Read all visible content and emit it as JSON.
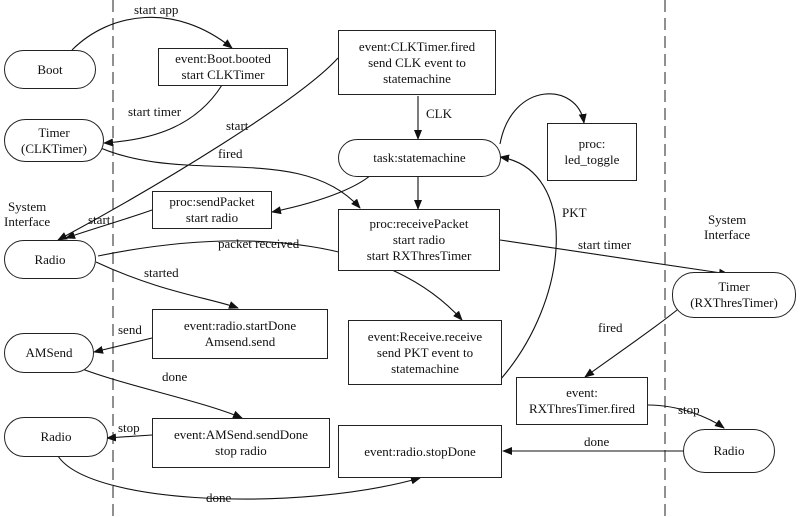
{
  "nodes": {
    "boot": "Boot",
    "timer_clk": "Timer\n(CLKTimer)",
    "radio_top": "Radio",
    "amsend": "AMSend",
    "radio_bottom": "Radio",
    "boot_booted": "event:Boot.booted\nstart CLKTimer",
    "clk_fired": "event:CLKTimer.fired\nsend CLK event to\nstatemachine",
    "task_sm": "task:statemachine",
    "proc_led": "proc:\nled_toggle",
    "proc_send": "proc:sendPacket\nstart radio",
    "proc_receive": "proc:receivePacket\nstart radio\nstart RXThresTimer",
    "radio_startdone": "event:radio.startDone\nAmsend.send",
    "receive_event": "event:Receive.receive\nsend PKT event to\nstatemachine",
    "amsend_done": "event:AMSend.sendDone\nstop radio",
    "stopdone": "event:radio.stopDone",
    "timer_rx": "Timer\n(RXThresTimer)",
    "rx_fired": "event:\nRXThresTimer.fired",
    "radio_right": "Radio"
  },
  "labels": {
    "start_app": "start app",
    "start_timer_1": "start timer",
    "start_1": "start",
    "fired_1": "fired",
    "clk": "CLK",
    "system_interface_left": "System\nInterface",
    "start_2": "start",
    "packet_received": "packet received",
    "pkt": "PKT",
    "system_interface_right": "System\nInterface",
    "start_timer_2": "start timer",
    "started": "started",
    "send": "send",
    "done_1": "done",
    "fired_2": "fired",
    "stop_1": "stop",
    "stop_2": "stop",
    "done_2": "done",
    "done_3": "done"
  }
}
